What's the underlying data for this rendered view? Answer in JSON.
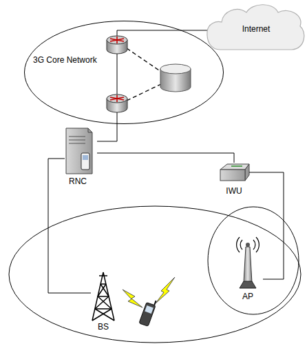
{
  "diagram": {
    "nodes": [
      {
        "text": [
          "Internet"
        ]
      },
      {
        "text": [
          "3G Core Network"
        ]
      },
      {
        "text": [
          "RNC"
        ]
      },
      {
        "text": [
          "IWU"
        ]
      },
      {
        "text": [
          "BS"
        ]
      },
      {
        "text": [
          "AP"
        ]
      }
    ],
    "edges": [
      {
        "from": 1,
        "to": 0,
        "arrow": "none"
      },
      {
        "from": 1,
        "to": 2,
        "arrow": "none"
      },
      {
        "from": 2,
        "to": 3,
        "arrow": "none"
      },
      {
        "from": 3,
        "to": 5,
        "arrow": "none"
      },
      {
        "from": 2,
        "to": 4,
        "arrow": "none"
      }
    ]
  }
}
